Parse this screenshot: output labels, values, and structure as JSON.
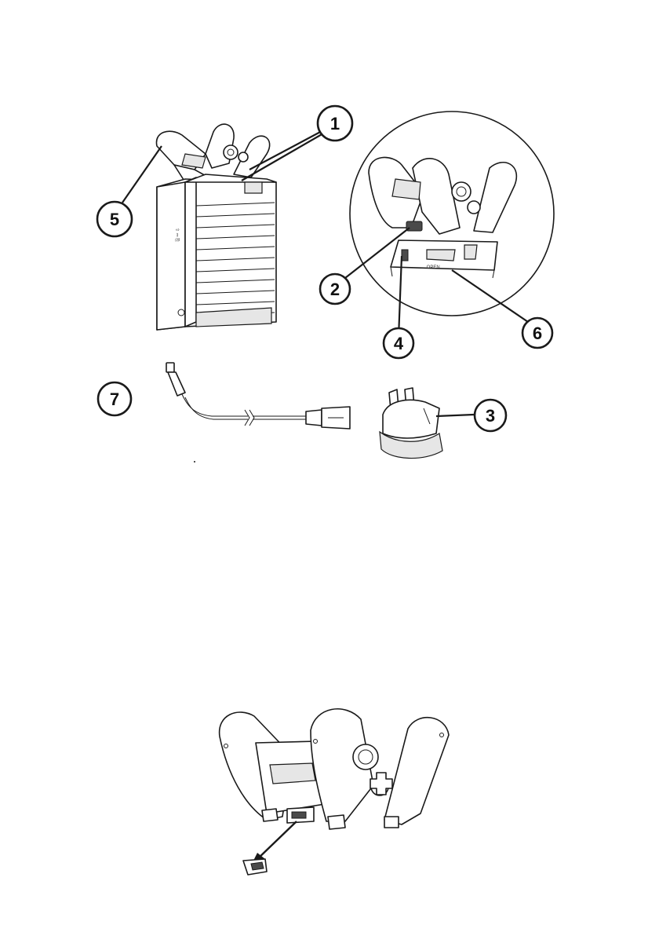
{
  "callouts": [
    {
      "id": "1",
      "label": "1"
    },
    {
      "id": "2",
      "label": "2"
    },
    {
      "id": "3",
      "label": "3"
    },
    {
      "id": "4",
      "label": "4"
    },
    {
      "id": "5",
      "label": "5"
    },
    {
      "id": "6",
      "label": "6"
    },
    {
      "id": "7",
      "label": "7"
    }
  ],
  "dock_base_label": "← OPEN",
  "colors": {
    "line": "#1a1a1a",
    "fill": "#ffffff",
    "shade": "#e6e6e6",
    "dark": "#4a4a4a"
  }
}
